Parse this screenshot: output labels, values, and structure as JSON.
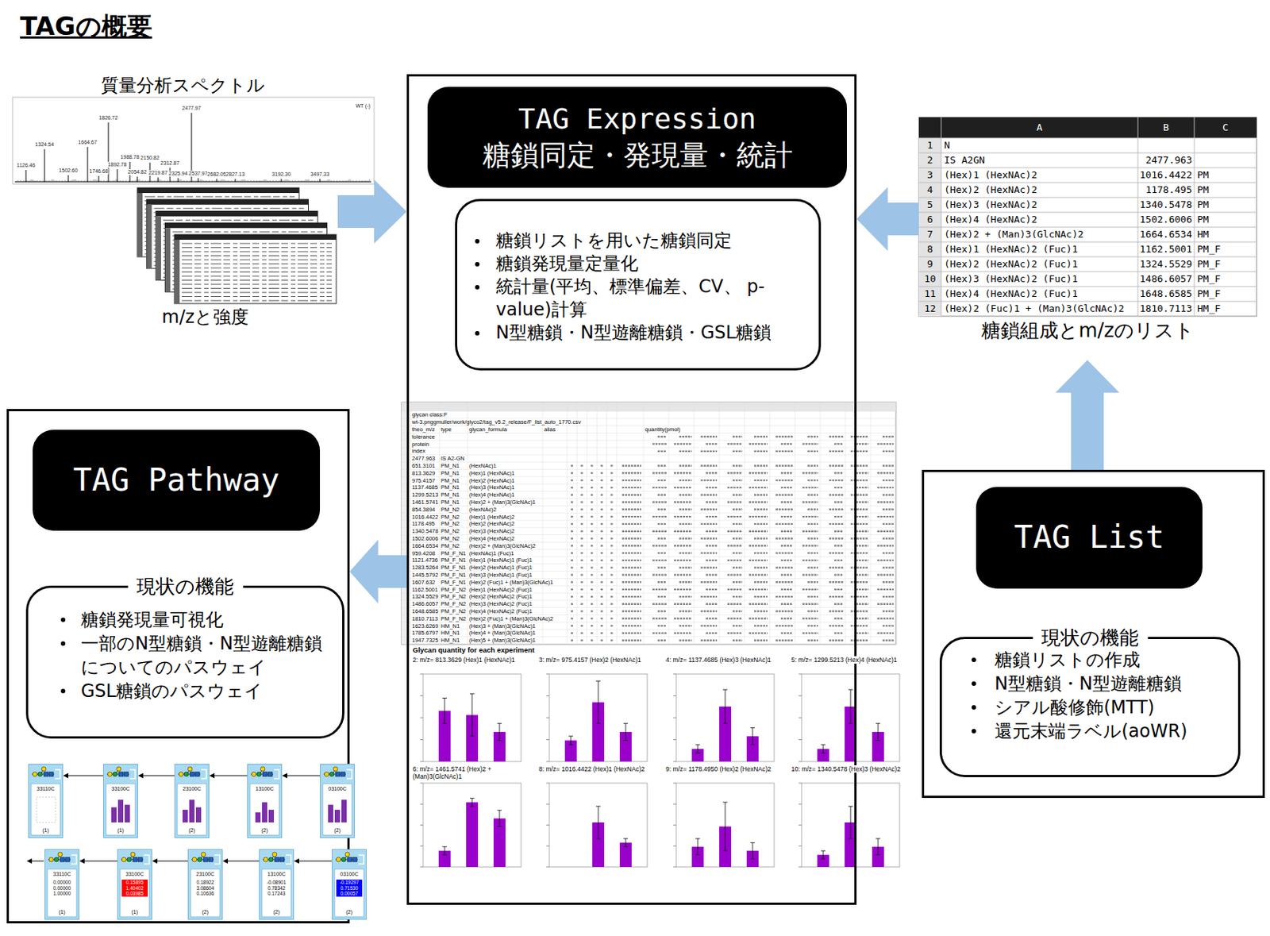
{
  "diagram": {
    "title": "TAGの概要",
    "nodes": [
      {
        "text": [
          "質量分析スペクトル",
          "m/zと強度"
        ]
      },
      {
        "text": [
          "TAG Expression 糖鎖同定・発現量・統計"
        ]
      },
      {
        "text": [
          "糖鎖リストを用いた糖鎖同定",
          "糖鎖発現量定量化",
          "統計量(平均、標準偏差、CV、 p-value)計算",
          "N型糖鎖・N型遊離糖鎖・GSL糖鎖"
        ],
        "in": 1
      },
      {
        "text": [
          "糖鎖組成とm/zのリスト"
        ]
      },
      {
        "text": [
          "TAG Pathway"
        ]
      },
      {
        "text": [
          "現状の機能",
          "糖鎖発現量可視化",
          "一部のN型糖鎖・N型遊離糖鎖 についてのパスウェイ",
          "GSL糖鎖のパスウェイ"
        ],
        "in": 4
      },
      {
        "text": [
          "33110C",
          "(1)"
        ],
        "in": 4
      },
      {
        "text": [
          "33100C",
          "(1)"
        ],
        "in": 4
      },
      {
        "text": [
          "23100C",
          "(2)"
        ],
        "in": 4
      },
      {
        "text": [
          "13100C",
          "(2)"
        ],
        "in": 4
      },
      {
        "text": [
          "03100C",
          "(2)"
        ],
        "in": 4
      },
      {
        "text": [
          "33110C",
          "0.00000 0.00000 1.00000",
          "(1)"
        ],
        "in": 4
      },
      {
        "text": [
          "33100C",
          "0.15895 1.40402 0.03985",
          "(1)"
        ],
        "in": 4
      },
      {
        "text": [
          "23100C",
          "0.18922 3.08604 0.10636",
          "(2)"
        ],
        "in": 4
      },
      {
        "text": [
          "13100C",
          "-0.08901 0.78342 0.17243",
          "(2)"
        ],
        "in": 4
      },
      {
        "text": [
          "03100C",
          "-0.19297 0.71530 0.00057",
          "(2)"
        ],
        "in": 4
      },
      {
        "text": [
          "TAG List"
        ]
      },
      {
        "text": [
          "現状の機能",
          "糖鎖リストの作成",
          "N型糖鎖・N型遊離糖鎖",
          "シアル酸修飾(MTT)",
          "還元末端ラベル(aoWR)"
        ],
        "in": 16
      }
    ],
    "edges": [
      {
        "from": 0,
        "to": 1,
        "arrow": "to"
      },
      {
        "from": 3,
        "to": 1,
        "arrow": "to"
      },
      {
        "from": 16,
        "to": 3,
        "arrow": "to"
      },
      {
        "from": 1,
        "to": 4,
        "arrow": "to"
      },
      {
        "from": 7,
        "to": 6,
        "arrow": "to"
      },
      {
        "from": 8,
        "to": 7,
        "arrow": "to"
      },
      {
        "from": 9,
        "to": 8,
        "arrow": "to"
      },
      {
        "from": 10,
        "to": 9,
        "arrow": "to"
      },
      {
        "from": 12,
        "to": 11,
        "arrow": "to"
      },
      {
        "from": 13,
        "to": 12,
        "arrow": "to"
      },
      {
        "from": 14,
        "to": 13,
        "arrow": "to"
      },
      {
        "from": 15,
        "to": 14,
        "arrow": "to"
      }
    ],
    "labels": [
      "WT (-)",
      "2477.97",
      "1826.72",
      "1664.67",
      "1324.54",
      "1126.46",
      "1502.60",
      "1746.68",
      "1892.78",
      "1988.78",
      "2150.82",
      "2312.87",
      "2054.82",
      "2219.87",
      "2325.94",
      "2537.97",
      "2682.05",
      "2827.13",
      "3192.30",
      "3497.33",
      "A",
      "B",
      "C",
      "1",
      "N",
      "2",
      "IS A2GN",
      "2477.963",
      "3",
      "(Hex)1 (HexNAc)2",
      "1016.4422",
      "PM",
      "4",
      "(Hex)2 (HexNAc)2",
      "1178.495",
      "PM",
      "5",
      "(Hex)3 (HexNAc)2",
      "1340.5478",
      "PM",
      "6",
      "(Hex)4 (HexNAc)2",
      "1502.6006",
      "PM",
      "7",
      "(Hex)2 + (Man)3(GlcNAc)2",
      "1664.6534",
      "HM",
      "8",
      "(Hex)1 (HexNAc)2 (Fuc)1",
      "1162.5001",
      "PM_F",
      "9",
      "(Hex)2 (HexNAc)2 (Fuc)1",
      "1324.5529",
      "PM_F",
      "10",
      "(Hex)3 (HexNAc)2 (Fuc)1",
      "1486.6057",
      "PM_F",
      "11",
      "(Hex)4 (HexNAc)2 (Fuc)1",
      "1648.6585",
      "PM_F",
      "12",
      "(Hex)2 (Fuc)1 + (Man)3(GlcNAc)2",
      "1810.7113",
      "HM_F",
      "glycan class:F",
      "wt-3.pnggmuller/work/glyco2/tag_v5.2_release/F_list_auto_1770.csv",
      "theo_m/z",
      "type",
      "glycan_formula",
      "alias",
      "quantity(pmol)",
      "tolerance",
      "protein",
      "index",
      "2477.963",
      "IS A2-GN",
      "651.3101",
      "PM_N1",
      "(HexNAc)1",
      "813.3629",
      "PM_N1",
      "(Hex)1 (HexNAc)1",
      "975.4157",
      "PM_N1",
      "(Hex)2 (HexNAc)1",
      "1137.4685",
      "PM_N1",
      "(Hex)3 (HexNAc)1",
      "1299.5213",
      "PM_N1",
      "(Hex)4 (HexNAc)1",
      "1461.5741",
      "PM_N1",
      "(Hex)2 + (Man)3(GlcNAc)1",
      "854.3894",
      "PM_N2",
      "(HexNAc)2",
      "1016.4422",
      "PM_N2",
      "(Hex)1 (HexNAc)2",
      "1178.495",
      "PM_N2",
      "(Hex)2 (HexNAc)2",
      "1340.5478",
      "PM_N2",
      "(Hex)3 (HexNAc)2",
      "1502.6006",
      "PM_N2",
      "(Hex)4 (HexNAc)2",
      "1664.6534",
      "PM_N2",
      "(Hex)2 + (Man)3(GlcNAc)2",
      "959.4208",
      "PM_F_N1",
      "(HexNAc)1 (Fuc)1",
      "1121.4736",
      "PM_F_N1",
      "(Hex)1 (HexNAc)1 (Fuc)1",
      "1283.5264",
      "PM_F_N1",
      "(Hex)2 (HexNAc)1 (Fuc)1",
      "1445.5792",
      "PM_F_N1",
      "(Hex)3 (HexNAc)1 (Fuc)1",
      "1607.632",
      "PM_F_N1",
      "(Hex)2 (Fuc)1 + (Man)3(GlcNAc)1",
      "1162.5001",
      "PM_F_N2",
      "(Hex)1 (HexNAc)2 (Fuc)1",
      "1324.5529",
      "PM_F_N2",
      "(Hex)2 (HexNAc)2 (Fuc)1",
      "1486.6057",
      "PM_F_N2",
      "(Hex)3 (HexNAc)2 (Fuc)1",
      "1648.6585",
      "PM_F_N2",
      "(Hex)4 (HexNAc)2 (Fuc)1",
      "1810.7113",
      "PM_F_N2",
      "(Hex)2 (Fuc)1 + (Man)3(GlcNAc)2",
      "1623.6269",
      "HM_N1",
      "(Hex)3 + (Man)3(GlcNAc)1",
      "1785.6797",
      "HM_N1",
      "(Hex)4 + (Man)3(GlcNAc)1",
      "1947.7325",
      "HM_N1",
      "(Hex)5 + (Man)3(GlcNAc)1",
      "Glycan quantity for each experiment",
      "2: m/z= 813.3629 (Hex)1 (HexNAc)1",
      "3: m/z= 975.4157 (Hex)2 (HexNAc)1",
      "4: m/z= 1137.4685 (Hex)3 (HexNAc)1",
      "5: m/z= 1299.5213 (Hex)4 (HexNAc)1",
      "6: m/z= 1461.5741 (Hex)2 + (Man)3(GlcNAc)1",
      "8: m/z= 1016.4422 (Hex)1 (HexNAc)2",
      "9: m/z= 1178.4950 (Hex)2 (HexNAc)2",
      "10: m/z= 1340.5478 (Hex)3 (HexNAc)2"
    ]
  }
}
